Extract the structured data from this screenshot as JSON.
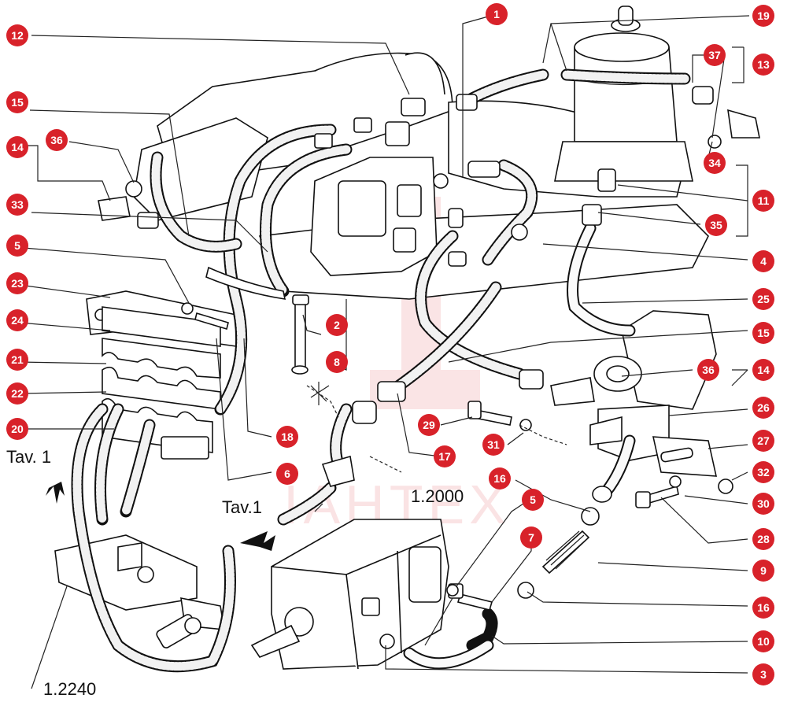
{
  "callouts": [
    {
      "id": "c1",
      "label": "1"
    },
    {
      "id": "c19",
      "label": "19"
    },
    {
      "id": "c12",
      "label": "12"
    },
    {
      "id": "c13",
      "label": "13"
    },
    {
      "id": "c37",
      "label": "37"
    },
    {
      "id": "c15a",
      "label": "15"
    },
    {
      "id": "c14a",
      "label": "14"
    },
    {
      "id": "c36a",
      "label": "36"
    },
    {
      "id": "c34",
      "label": "34"
    },
    {
      "id": "c11",
      "label": "11"
    },
    {
      "id": "c33",
      "label": "33"
    },
    {
      "id": "c35",
      "label": "35"
    },
    {
      "id": "c5a",
      "label": "5"
    },
    {
      "id": "c4",
      "label": "4"
    },
    {
      "id": "c23",
      "label": "23"
    },
    {
      "id": "c25",
      "label": "25"
    },
    {
      "id": "c24",
      "label": "24"
    },
    {
      "id": "c2",
      "label": "2"
    },
    {
      "id": "c15b",
      "label": "15"
    },
    {
      "id": "c8",
      "label": "8"
    },
    {
      "id": "c21",
      "label": "21"
    },
    {
      "id": "c36b",
      "label": "36"
    },
    {
      "id": "c14b",
      "label": "14"
    },
    {
      "id": "c22",
      "label": "22"
    },
    {
      "id": "c26",
      "label": "26"
    },
    {
      "id": "c29",
      "label": "29"
    },
    {
      "id": "c20",
      "label": "20"
    },
    {
      "id": "c27",
      "label": "27"
    },
    {
      "id": "c18",
      "label": "18"
    },
    {
      "id": "c31",
      "label": "31"
    },
    {
      "id": "c17",
      "label": "17"
    },
    {
      "id": "c6",
      "label": "6"
    },
    {
      "id": "c32",
      "label": "32"
    },
    {
      "id": "c16a",
      "label": "16"
    },
    {
      "id": "c30",
      "label": "30"
    },
    {
      "id": "c5b",
      "label": "5"
    },
    {
      "id": "c7",
      "label": "7"
    },
    {
      "id": "c28",
      "label": "28"
    },
    {
      "id": "c9",
      "label": "9"
    },
    {
      "id": "c16b",
      "label": "16"
    },
    {
      "id": "c10",
      "label": "10"
    },
    {
      "id": "c3",
      "label": "3"
    }
  ],
  "refs": {
    "tav1_left": "Tav. 1",
    "tav1_mid": "Tav.1",
    "ref_12000": "1.2000",
    "ref_12240": "1.2240"
  },
  "watermark": "IAHTEX",
  "colors": {
    "badge": "#d8222a",
    "ink": "#111111",
    "background": "#ffffff"
  }
}
